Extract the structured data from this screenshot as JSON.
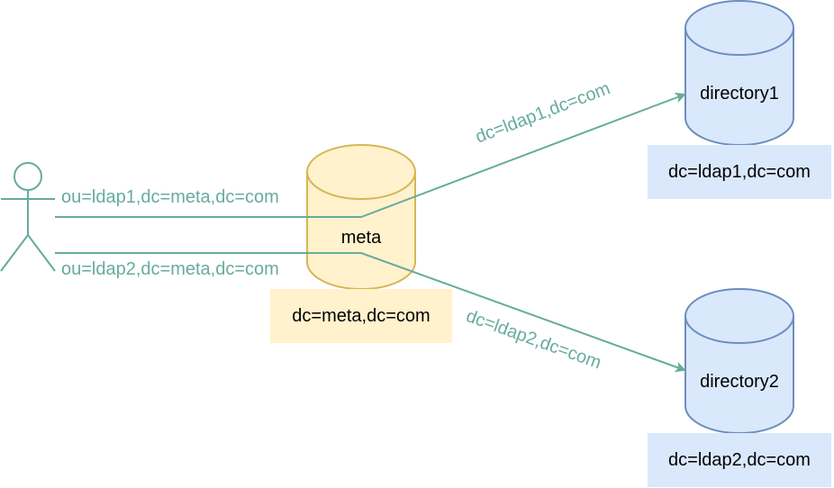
{
  "colors": {
    "edge": "#67AB9F",
    "meta_fill": "#FFF2CC",
    "meta_stroke": "#D6B656",
    "dir_fill": "#DAE8FC",
    "dir_stroke": "#6C8EBF",
    "actor_stroke": "#67AB9F"
  },
  "nodes": {
    "meta": {
      "label": "meta",
      "dn": "dc=meta,dc=com"
    },
    "directory1": {
      "label": "directory1",
      "dn": "dc=ldap1,dc=com"
    },
    "directory2": {
      "label": "directory2",
      "dn": "dc=ldap2,dc=com"
    }
  },
  "edges": {
    "actor_top": "ou=ldap1,dc=meta,dc=com",
    "actor_bottom": "ou=ldap2,dc=meta,dc=com",
    "to_directory1": "dc=ldap1,dc=com",
    "to_directory2": "dc=ldap2,dc=com"
  },
  "icons": {
    "actor": "user-actor-icon",
    "database": "database-cylinder-icon"
  }
}
